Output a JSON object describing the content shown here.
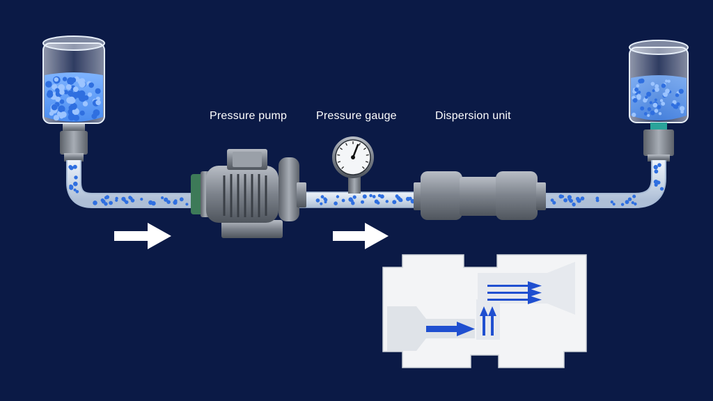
{
  "labels": {
    "pressure_pump": "Pressure pump",
    "pressure_gauge": "Pressure gauge",
    "dispersion_unit": "Dispersion unit"
  },
  "colors": {
    "background": "#0b1a46",
    "liquid": "#5da0ff",
    "particle": "#2f6fe0",
    "pipe": "#dce6f2",
    "metal": "#8a9099",
    "flow_arrow": "#ffffff",
    "inner_arrow": "#1f4fd0",
    "block": "#f3f4f6"
  },
  "icons": {
    "left_container": "beaker-icon",
    "right_container": "beaker-icon",
    "pump": "motor-pump-icon",
    "gauge": "pressure-gauge-icon",
    "dispersion": "cylinder-unit-icon"
  }
}
